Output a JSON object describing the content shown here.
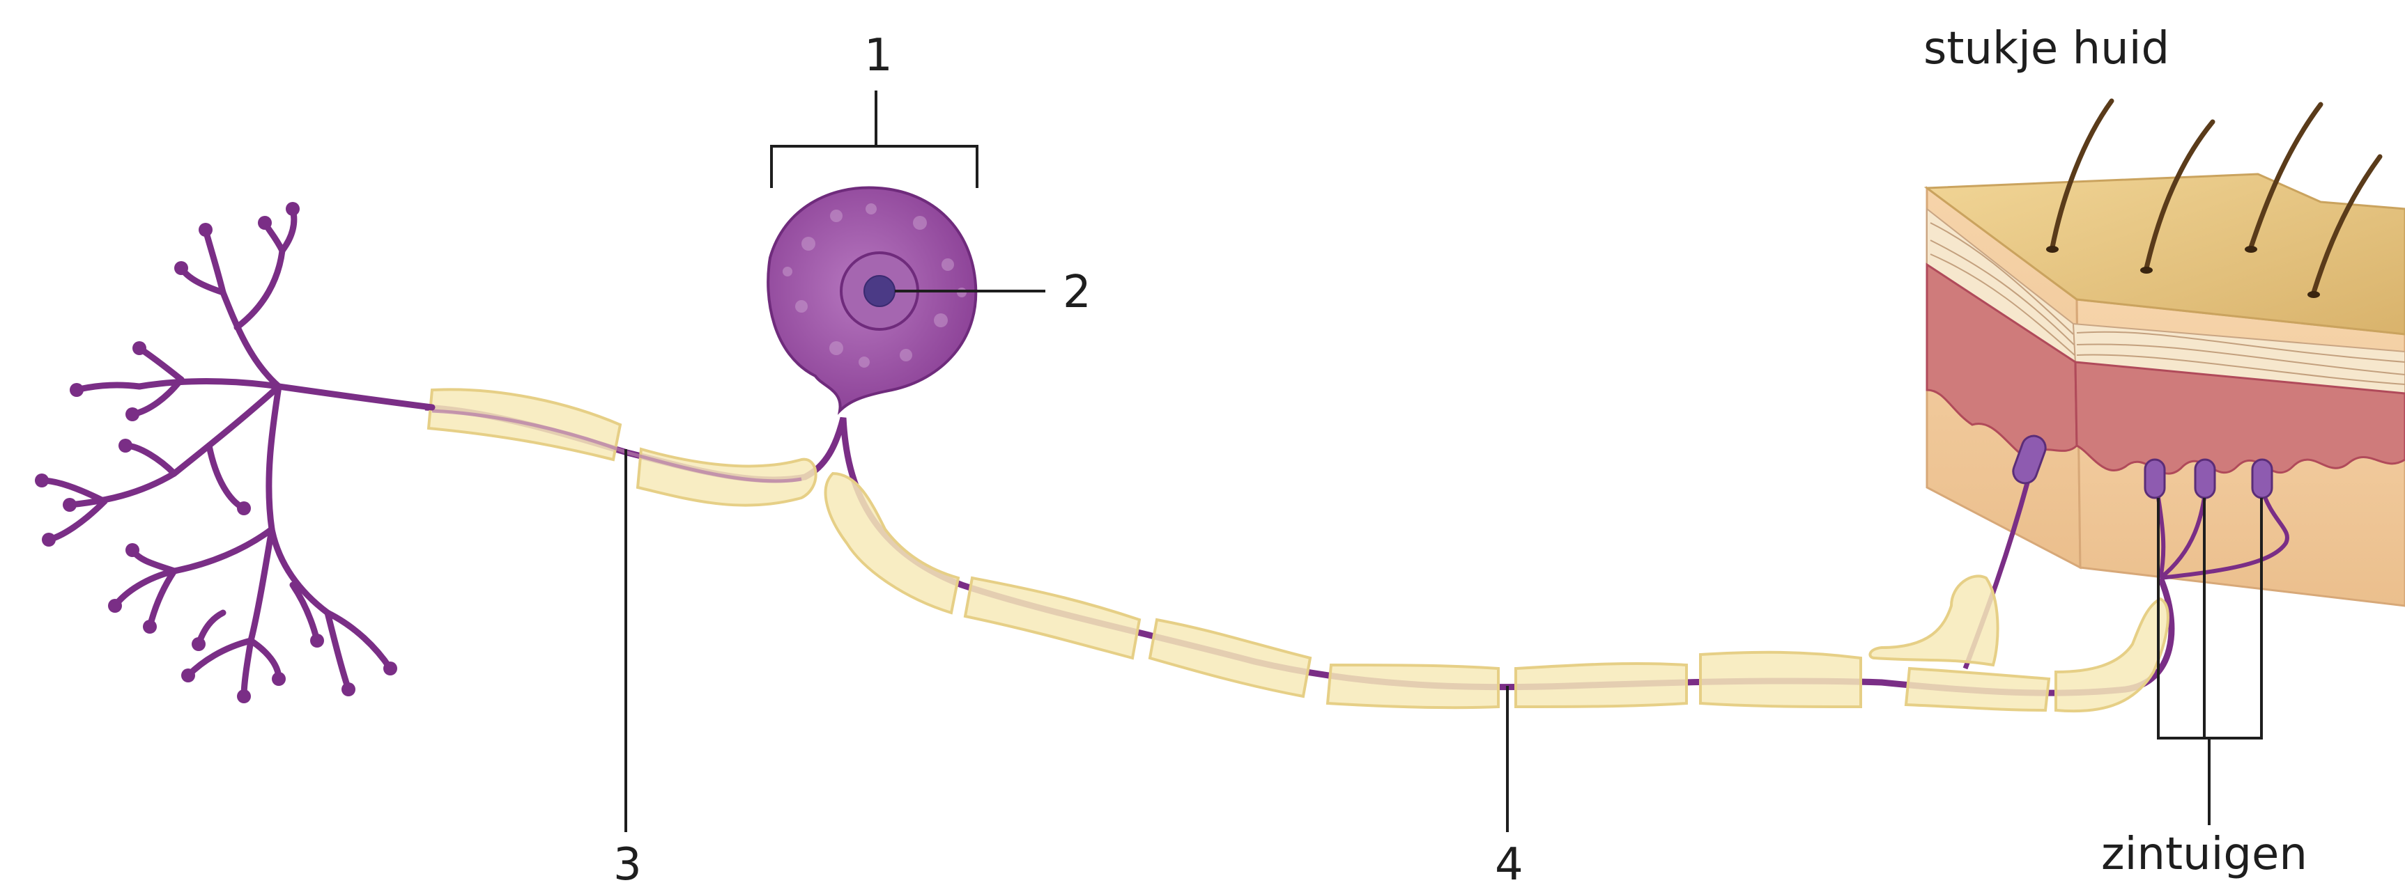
{
  "labels": {
    "l1": "1",
    "l2": "2",
    "l3": "3",
    "l4": "4",
    "skin": "stukje huid",
    "sense": "zintuigen"
  },
  "colors": {
    "nerve": "#7a2e86",
    "myelin_fill": "#f7eab8",
    "myelin_stroke": "#e6cf86",
    "cell_body": "#9a4ea3",
    "skin_top": "#dcb670",
    "skin_side": "#efc99a",
    "dermis": "#c96b6b"
  }
}
